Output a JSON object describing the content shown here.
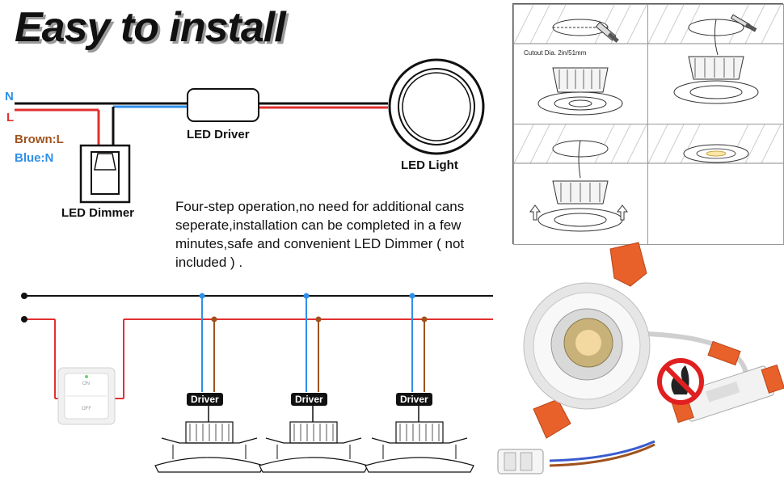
{
  "title": "Easy to install",
  "wiring": {
    "n_label": "N",
    "l_label": "L",
    "brown_label": "Brown:L",
    "blue_label": "Blue:N"
  },
  "components": {
    "driver_label": "LED Driver",
    "light_label": "LED Light",
    "dimmer_label": "LED Dimmer"
  },
  "description": "Four-step operation,no need for additional cans seperate,installation can be completed in a few minutes,safe and convenient LED Dimmer ( not included ) .",
  "parallel": {
    "driver_tags": [
      "Driver",
      "Driver",
      "Driver"
    ],
    "switch_on": "ON",
    "switch_off": "OFF"
  },
  "steps": {
    "cutout_text": "Cutout Dia. 2in/51mm"
  },
  "colors": {
    "neutral_wire": "#2f8fe8",
    "live_wire": "#e23030",
    "brown_wire": "#a0521d",
    "black_wire": "#111111",
    "connector_orange": "#e8602a"
  },
  "icons": [
    "led-light-icon",
    "dimmer-switch-icon",
    "driver-box-icon",
    "no-fire-icon",
    "arrow-up-icon"
  ]
}
